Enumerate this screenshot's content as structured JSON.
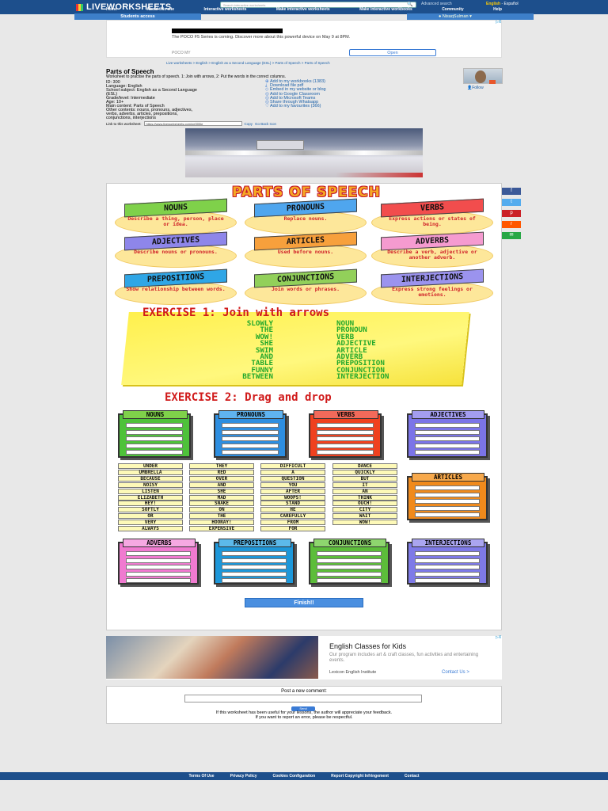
{
  "header": {
    "logo": "LIVEWORKSHEETS",
    "search_placeholder": "Search interactive worksheets",
    "search_button": "🔍",
    "advanced_search": "Advanced search",
    "lang_en": "English",
    "lang_es": "Español",
    "nav": [
      "Home",
      "About this site",
      "Interactive worksheets",
      "Make interactive worksheets",
      "Make interactive workbooks",
      "Community",
      "Help"
    ],
    "students_access": "Students access",
    "username": "NisaqSulman"
  },
  "ad_top": {
    "text": "The POCO F5 Series is coming. Discover more about this powerful device on May 9 at 8PM.",
    "brand": "POCO MY",
    "button": "Open",
    "close": "▷X"
  },
  "breadcrumb": "Live worksheets > English > English as a Second Language (ESL) > Parts of Speech > Parts of Speech",
  "worksheet": {
    "title": "Parts of Speech",
    "description": "Worksheet to practise the parts of speech. 1: Join with arrows, 2: Put the words in the correct columns.",
    "info": [
      "ID: 300",
      "Language: English",
      "School subject: English as a Second Language",
      "(ESL)",
      "Grade/level: Intermediate",
      "Age: 10+",
      "Main content: Parts of Speech",
      "Other contents: nouns, pronouns, adjectives,",
      "verbs, adverbs, articles, prepositions,",
      "conjunctions, interjections"
    ],
    "link_label": "Link to this worksheet:",
    "link_value": "https://www.liveworksheets.com/pe300ie",
    "copy": "Copy",
    "qr": "Go Back Icon",
    "actions": [
      "Add to my workbooks (1383)",
      "Download file pdf",
      "Embed in my website or blog",
      "Add to Google Classroom",
      "Add to Microsoft Teams",
      "Share through Whatsapp",
      "Add to my favourites (366)"
    ],
    "follow": "Follow"
  },
  "sheet": {
    "title": "PARTS OF SPEECH",
    "cards": [
      {
        "label": "NOUNS",
        "desc": "Describe a thing, person, place or idea.",
        "color": "#7fd14a"
      },
      {
        "label": "PRONOUNS",
        "desc": "Replace nouns.",
        "color": "#4fa6ee"
      },
      {
        "label": "VERBS",
        "desc": "Express actions or states of being.",
        "color": "#f24d4d"
      },
      {
        "label": "ADJECTIVES",
        "desc": "Describe nouns or pronouns.",
        "color": "#8e86ea"
      },
      {
        "label": "ARTICLES",
        "desc": "Used before nouns.",
        "color": "#f7a03c"
      },
      {
        "label": "ADVERBS",
        "desc": "Describe a verb, adjective or another adverb.",
        "color": "#f59bd0"
      },
      {
        "label": "PREPOSITIONS",
        "desc": "Show relationship between words.",
        "color": "#2fa6e6"
      },
      {
        "label": "CONJUNCTIONS",
        "desc": "Join words or phrases.",
        "color": "#92d05a"
      },
      {
        "label": "INTERJECTIONS",
        "desc": "Express strong feelings or emotions.",
        "color": "#9b93ee"
      }
    ],
    "ex1_title": "EXERCISE 1: Join with arrows",
    "ex1_left": [
      "SLOWLY",
      "THE",
      "WOW!",
      "SHE",
      "SWIM",
      "AND",
      "TABLE",
      "FUNNY",
      "BETWEEN"
    ],
    "ex1_right": [
      "NOUN",
      "PRONOUN",
      "VERB",
      "ADJECTIVE",
      "ARTICLE",
      "ADVERB",
      "PREPOSITION",
      "CONJUNCTION",
      "INTERJECTION"
    ],
    "ex2_title": "EXERCISE 2: Drag and drop",
    "drop_boxes": [
      {
        "label": "NOUNS",
        "color": "#4ec23a",
        "head": "#7fd14a"
      },
      {
        "label": "PRONOUNS",
        "color": "#2d8ee0",
        "head": "#5fb3f0"
      },
      {
        "label": "VERBS",
        "color": "#f0411f",
        "head": "#f26a5a"
      },
      {
        "label": "ADJECTIVES",
        "color": "#7b74e8",
        "head": "#a39df0"
      },
      {
        "label": "ARTICLES",
        "color": "#f08a1c",
        "head": "#f7a94c"
      },
      {
        "label": "ADVERBS",
        "color": "#f07ad0",
        "head": "#f6a8e2"
      },
      {
        "label": "PREPOSITIONS",
        "color": "#1d97d9",
        "head": "#5cb9ea"
      },
      {
        "label": "CONJUNCTIONS",
        "color": "#5cbd3a",
        "head": "#8ed66e"
      },
      {
        "label": "INTERJECTIONS",
        "color": "#7e7ae8",
        "head": "#aaa5f0"
      }
    ],
    "tiles": [
      [
        "UNDER",
        "THEY",
        "DIFFICULT",
        "DANCE"
      ],
      [
        "UMBRELLA",
        "RED",
        "A",
        "QUICKLY"
      ],
      [
        "BECAUSE",
        "OVER",
        "QUESTION",
        "BUT"
      ],
      [
        "NOISY",
        "AND",
        "YOU",
        "IT"
      ],
      [
        "LISTEN",
        "SHE",
        "AFTER",
        "AN"
      ],
      [
        "ELIZABETH",
        "MAD",
        "WOOPS!",
        "THINK"
      ],
      [
        "HEY!",
        "SNAKE",
        "STAND",
        "OUCH!"
      ],
      [
        "SOFTLY",
        "ON",
        "HE",
        "CITY"
      ],
      [
        "OR",
        "THE",
        "CAREFULLY",
        "WAIT"
      ],
      [
        "VERY",
        "HOORAY!",
        "FROM",
        "WOW!"
      ],
      [
        "ALWAYS",
        "EXPENSIVE",
        "FOR",
        ""
      ]
    ],
    "finish": "Finish!!"
  },
  "share": [
    {
      "icon": "facebook-icon",
      "glyph": "f",
      "color": "#3b5998"
    },
    {
      "icon": "twitter-icon",
      "glyph": "t",
      "color": "#55acee"
    },
    {
      "icon": "pinterest-icon",
      "glyph": "p",
      "color": "#cb2027"
    },
    {
      "icon": "reddit-icon",
      "glyph": "r",
      "color": "#ff5700"
    },
    {
      "icon": "email-icon",
      "glyph": "✉",
      "color": "#27a745"
    }
  ],
  "ad_bottom": {
    "headline": "English Classes for Kids",
    "text": "Our program includes art & craft classes, fun activities and entertaining events.",
    "sponsor": "Lexicon English Institute",
    "cta": "Contact Us  >",
    "close": "▷X"
  },
  "comments": {
    "label": "Post a new comment:",
    "button": "Send",
    "feedback1": "If this worksheet has been useful for your lessons, the author will appreciate your feedback.",
    "feedback2": "If you want to report an error, please be respectful."
  },
  "footer": [
    "Terms Of Use",
    "Privacy Policy",
    "Cookies Configuration",
    "Report Copyright Infringement",
    "Contact"
  ]
}
